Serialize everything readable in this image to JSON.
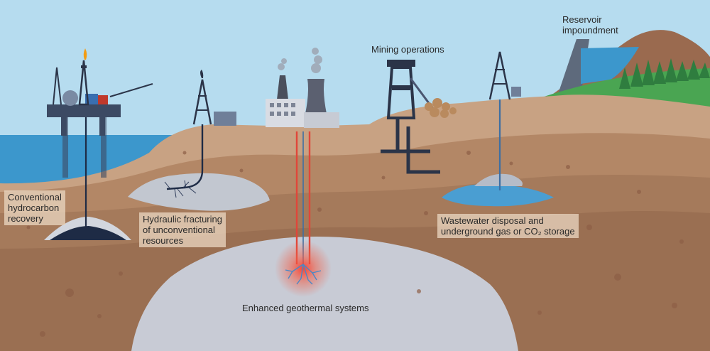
{
  "labels": {
    "conventional": [
      "Conventional",
      "hydrocarbon",
      "recovery"
    ],
    "fracking": [
      "Hydraulic fracturing",
      "of unconventional",
      "resources"
    ],
    "mining": "Mining operations",
    "reservoir": [
      "Reservoir",
      "impoundment"
    ],
    "wastewater": [
      "Wastewater disposal and",
      "underground gas or CO₂ storage"
    ],
    "geothermal": "Enhanced geothermal systems"
  },
  "colors": {
    "sky": "#b6dcef",
    "sea": "#3c97cc",
    "topsoil": "#c8a283",
    "layer_mid": "#b38766",
    "layer_deep": "#9a6f52",
    "basement": "#c8cbd5",
    "hydrocarbon": "#1e2b45",
    "heat": "#e0463a",
    "water": "#4a9ed2",
    "forest": "#3b8f4a",
    "mountain": "#9a6a4f"
  }
}
